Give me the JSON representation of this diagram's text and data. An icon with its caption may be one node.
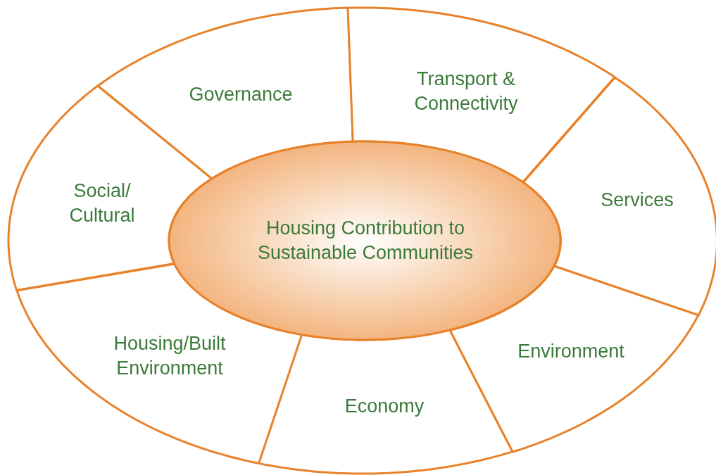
{
  "diagram": {
    "nodes": [
      {
        "text": [
          "Housing Contribution to Sustainable Communities"
        ]
      },
      {
        "text": [
          "Governance"
        ]
      },
      {
        "text": [
          "Transport & Connectivity"
        ]
      },
      {
        "text": [
          "Services"
        ]
      },
      {
        "text": [
          "Environment"
        ]
      },
      {
        "text": [
          "Economy"
        ]
      },
      {
        "text": [
          "Housing/Built Environment"
        ]
      },
      {
        "text": [
          "Social/ Cultural"
        ]
      }
    ]
  }
}
